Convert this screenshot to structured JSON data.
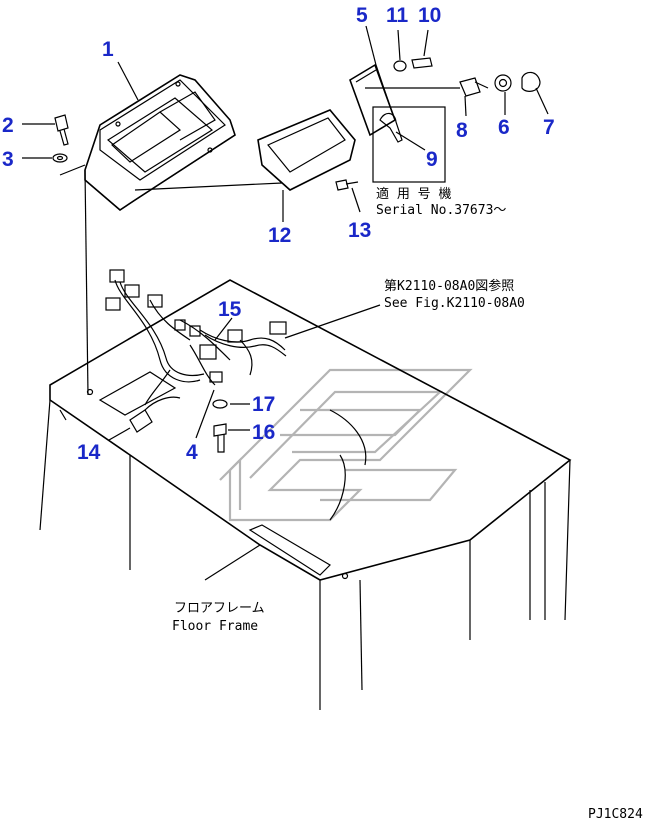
{
  "callouts": {
    "c1": "1",
    "c2": "2",
    "c3": "3",
    "c4": "4",
    "c5": "5",
    "c6": "6",
    "c7": "7",
    "c8": "8",
    "c9": "9",
    "c10": "10",
    "c11": "11",
    "c12": "12",
    "c13": "13",
    "c14": "14",
    "c15": "15",
    "c16": "16",
    "c17": "17"
  },
  "notes": {
    "applicable_jp": "適 用 号 機",
    "serial": "Serial No.37673～",
    "see_fig_jp": "第K2110-08A0図参照",
    "see_fig_en": "See Fig.K2110-08A0",
    "floor_frame_jp": "フロアフレーム",
    "floor_frame_en": "Floor Frame"
  },
  "drawing_code": "PJ1C824",
  "colors": {
    "callout": "#1a28c8",
    "line": "#000000",
    "watermark": "#b4b4b4"
  }
}
